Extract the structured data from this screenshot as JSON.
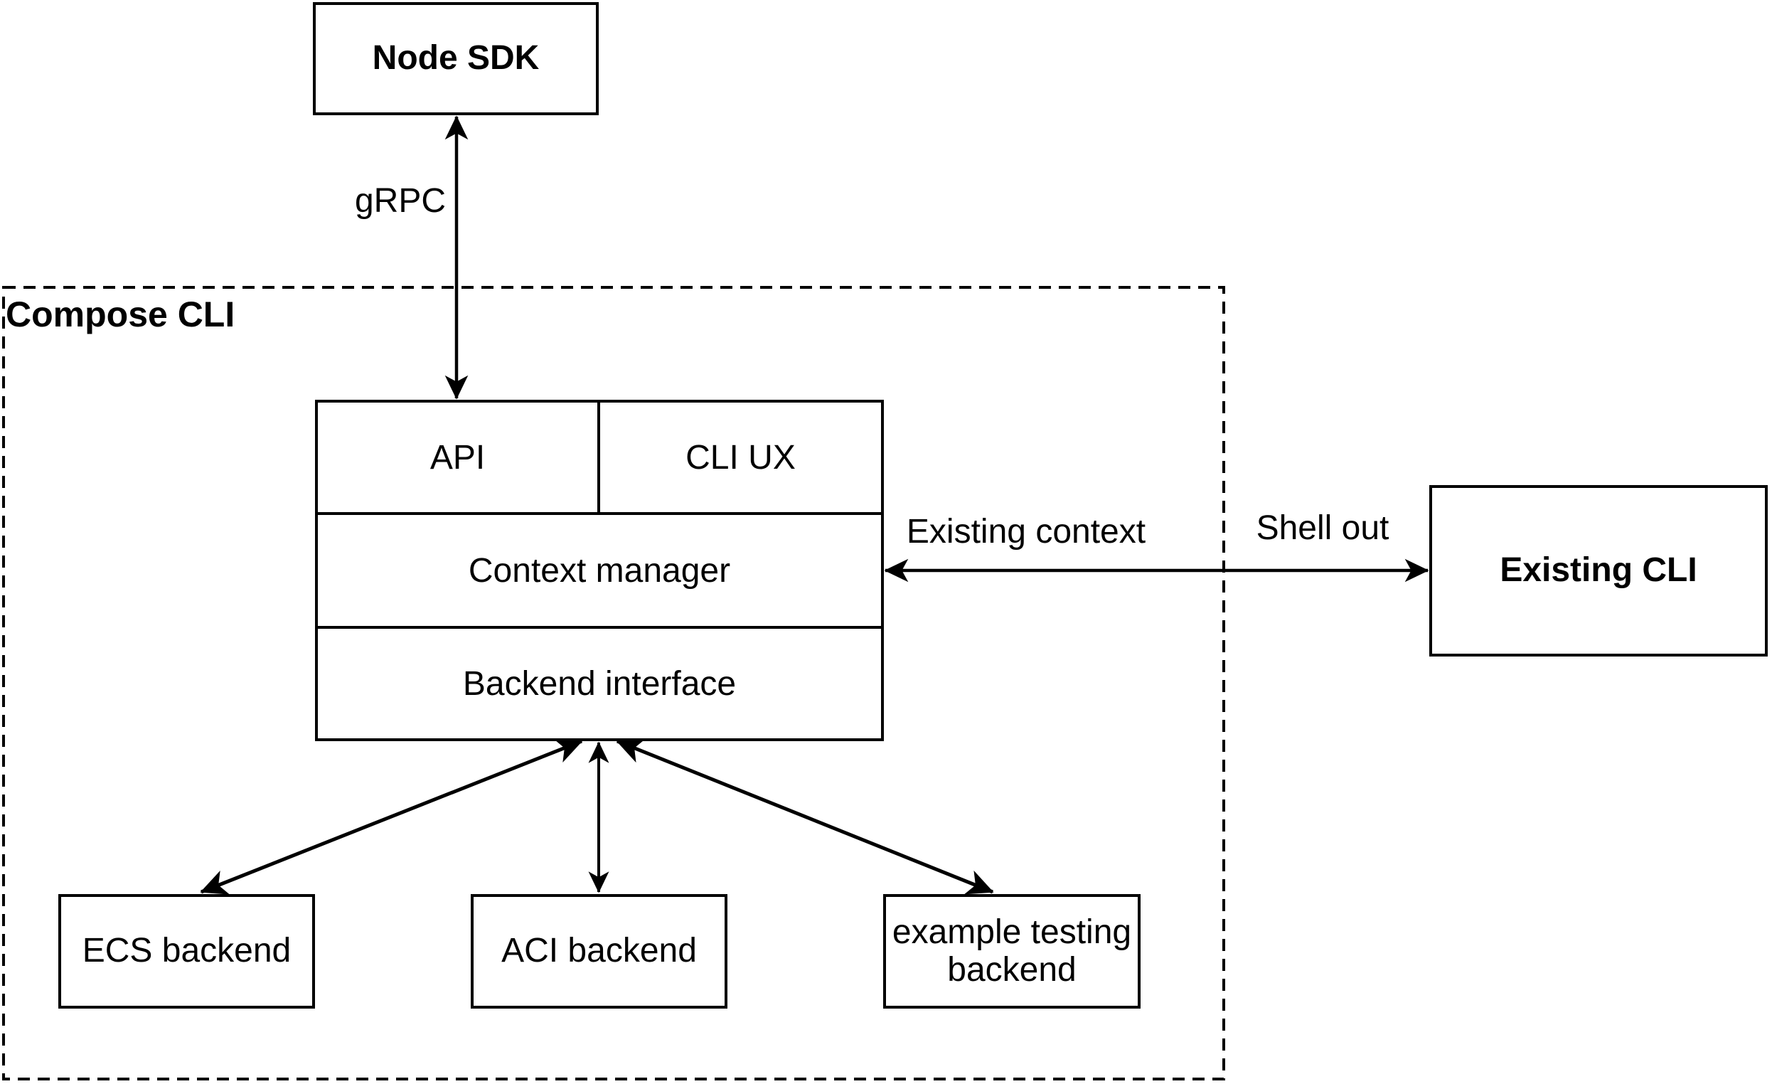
{
  "diagram": {
    "colors": {
      "background": "#ffffff",
      "stroke": "#000000",
      "text": "#000000"
    },
    "container": {
      "label": "Compose CLI"
    },
    "nodes": {
      "node_sdk": {
        "label": "Node SDK"
      },
      "api": {
        "label": "API"
      },
      "cli_ux": {
        "label": "CLI UX"
      },
      "context_manager": {
        "label": "Context manager"
      },
      "backend_interface": {
        "label": "Backend interface"
      },
      "existing_cli": {
        "label": "Existing CLI"
      },
      "ecs_backend": {
        "label": "ECS backend"
      },
      "aci_backend": {
        "label": "ACI backend"
      },
      "example_testing_backend": {
        "label": "example testing backend"
      }
    },
    "edge_labels": {
      "grpc": "gRPC",
      "existing_context": "Existing context",
      "shell_out": "Shell out"
    }
  }
}
